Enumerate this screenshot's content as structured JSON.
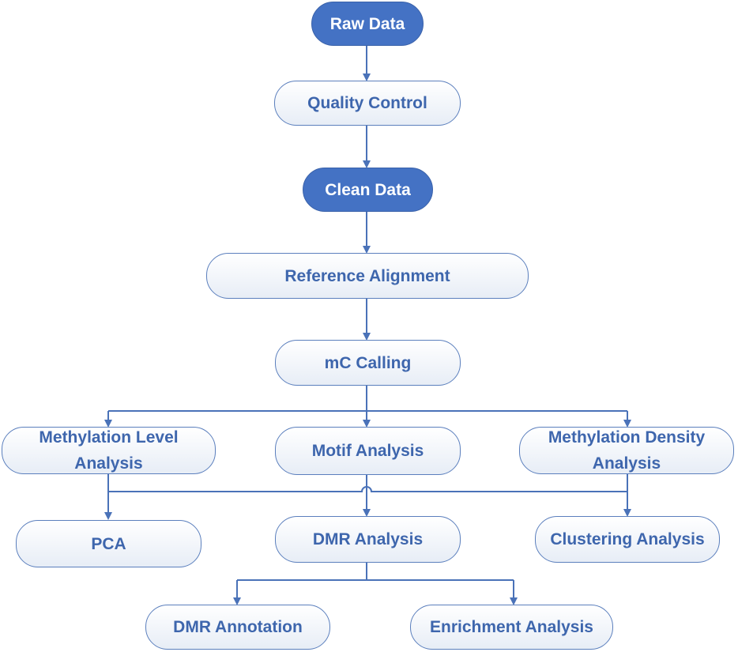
{
  "nodes": {
    "raw_data": "Raw Data",
    "quality_control": "Quality Control",
    "clean_data": "Clean Data",
    "reference_alignment": "Reference Alignment",
    "mc_calling": "mC Calling",
    "methylation_level_line1": "Methylation Level",
    "methylation_level_line2": "Analysis",
    "motif_analysis": "Motif Analysis",
    "methylation_density_line1": "Methylation Density",
    "methylation_density_line2": "Analysis",
    "pca": "PCA",
    "dmr_analysis": "DMR Analysis",
    "clustering_analysis": "Clustering Analysis",
    "dmr_annotation": "DMR Annotation",
    "enrichment_analysis": "Enrichment Analysis"
  },
  "colors": {
    "node_fill_dark": "#4472c4",
    "node_border": "#5b7fbd",
    "node_text": "#3e66ad",
    "connector": "#4a72b8"
  }
}
